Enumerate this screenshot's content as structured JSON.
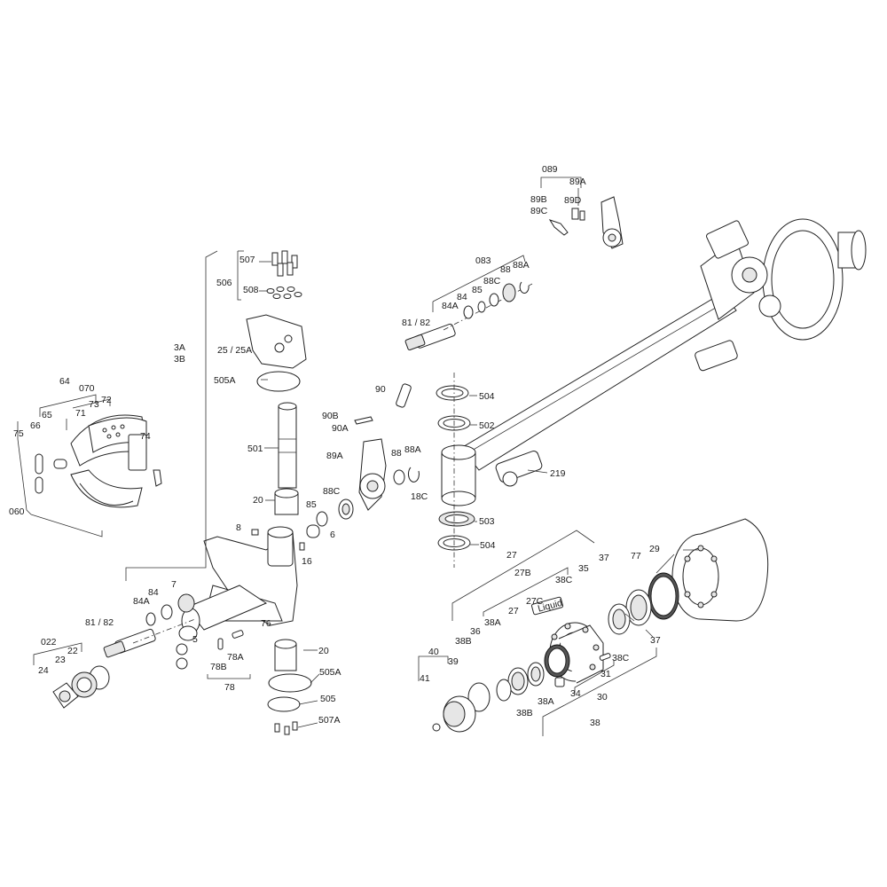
{
  "diagram": {
    "callouts": [
      "089",
      "89B",
      "89C",
      "89A",
      "89D",
      "083",
      "88",
      "88A",
      "84A",
      "84",
      "85",
      "88C",
      "81 / 82",
      "507",
      "506",
      "508",
      "3A",
      "3B",
      "25 / 25A",
      "505A",
      "90",
      "90B",
      "90A",
      "504",
      "502",
      "64",
      "070",
      "73",
      "72",
      "71",
      "65",
      "75",
      "66",
      "74",
      "89A",
      "88",
      "88A",
      "88C",
      "18C",
      "501",
      "219",
      "060",
      "20",
      "85",
      "8",
      "6",
      "503",
      "504",
      "16",
      "27",
      "7",
      "27B",
      "37",
      "77",
      "29",
      "84",
      "84A",
      "27C",
      "35",
      "38C",
      "81 / 82",
      "76",
      "5",
      "38A",
      "27",
      "36",
      "38B",
      "022",
      "78A",
      "22",
      "23",
      "20",
      "78B",
      "40",
      "24",
      "37",
      "38C",
      "39",
      "505A",
      "78",
      "31",
      "34",
      "41",
      "38A",
      "505",
      "38B",
      "30",
      "507A",
      "38"
    ],
    "tag_text": "Liquid"
  }
}
